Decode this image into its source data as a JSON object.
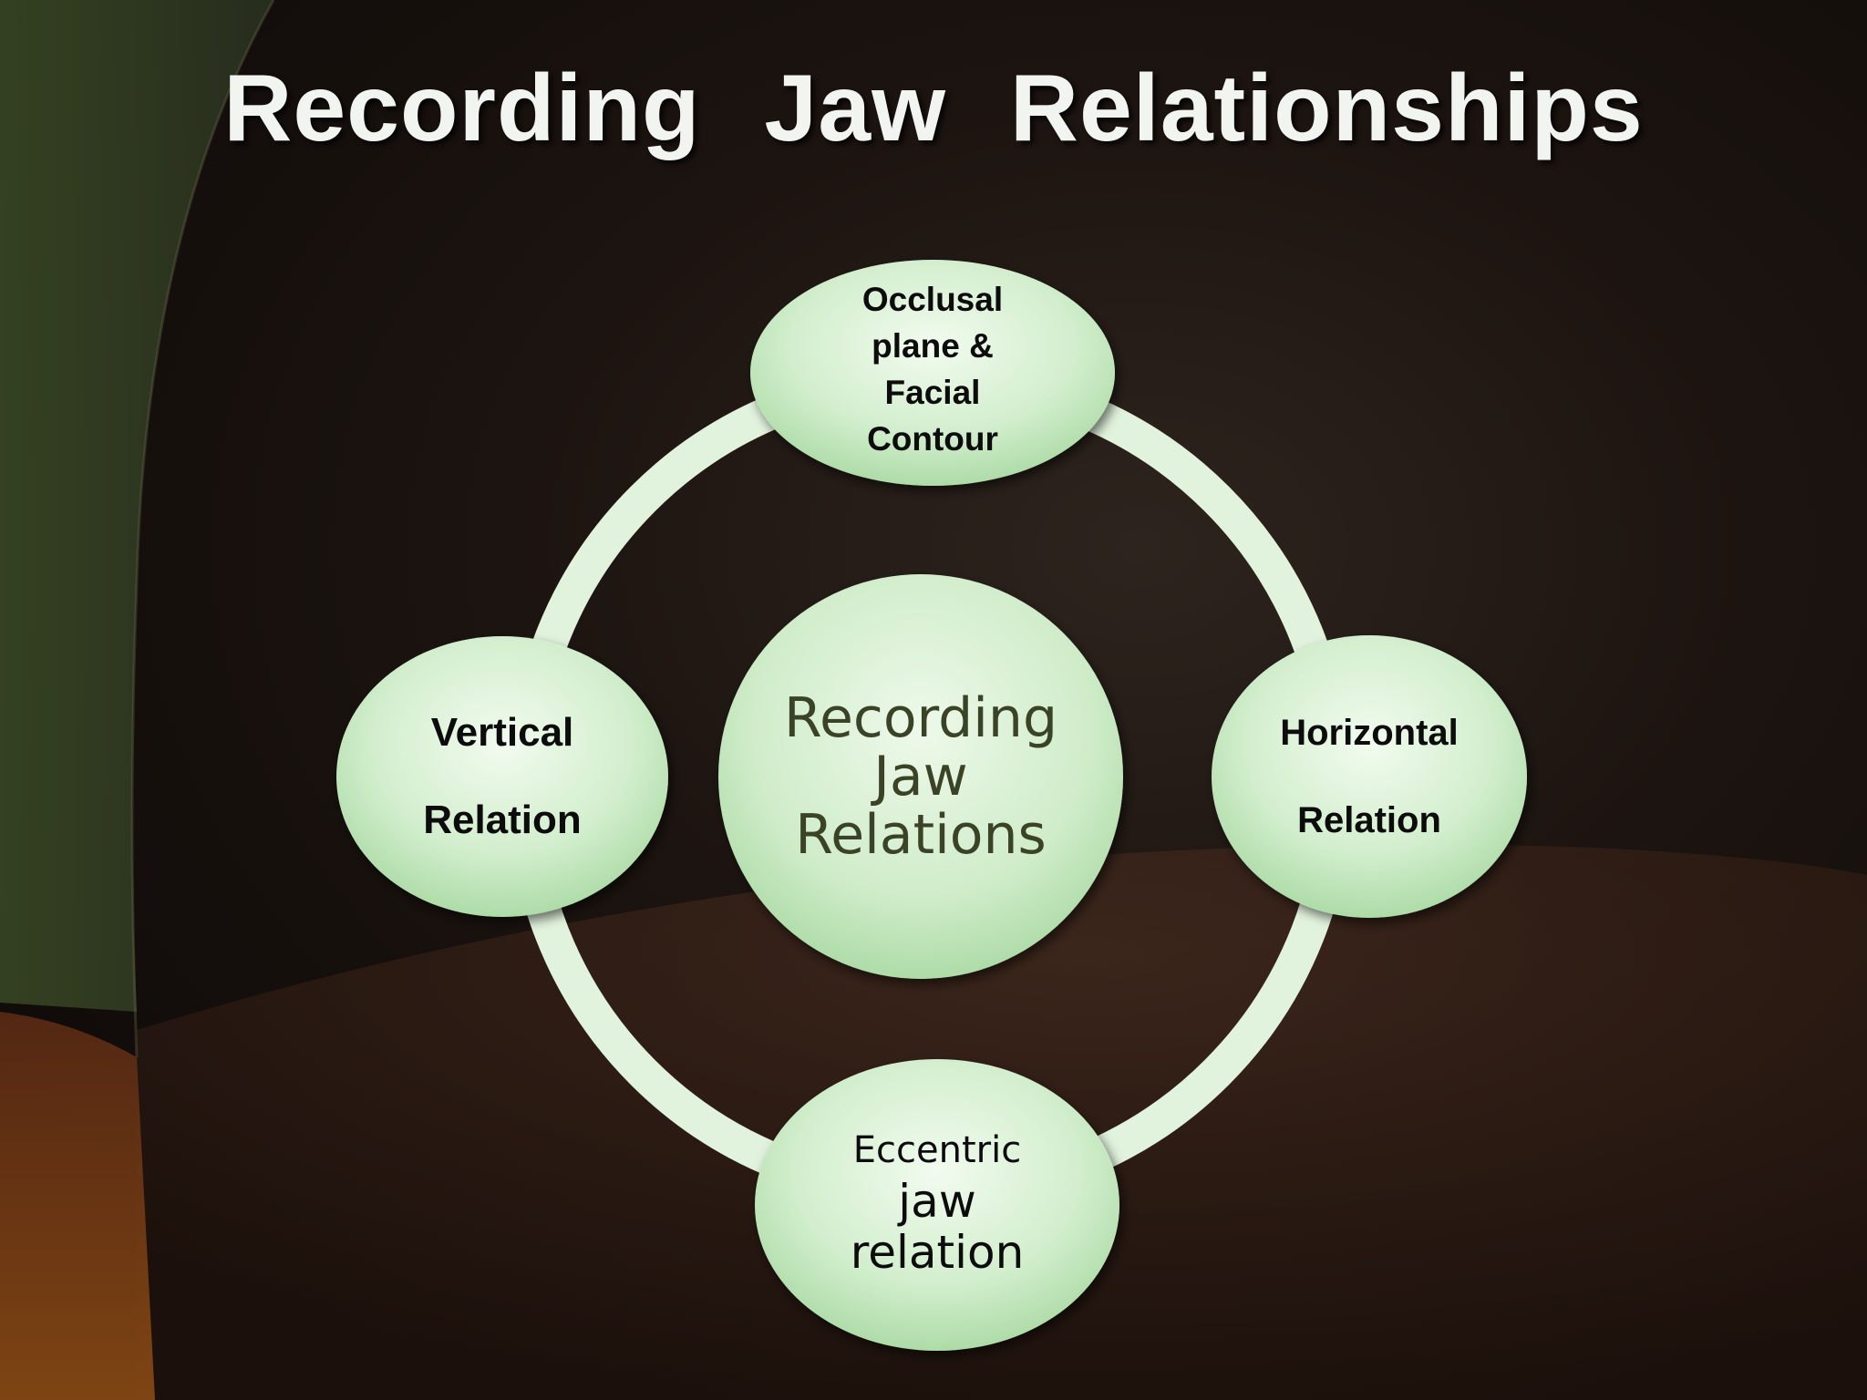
{
  "title": "Recording  Jaw  Relationships",
  "diagram": {
    "center": {
      "lines": [
        "Recording",
        "Jaw",
        "Relations"
      ]
    },
    "top": {
      "lines": [
        "Occlusal",
        "plane &",
        "Facial",
        "Contour"
      ]
    },
    "left": {
      "lines": [
        "Vertical",
        "Relation"
      ]
    },
    "right": {
      "lines": [
        "Horizontal",
        "Relation"
      ]
    },
    "bottom": {
      "lines": [
        "Eccentric",
        "jaw",
        "relation"
      ]
    }
  },
  "colors": {
    "node_fill_light": "#f2fbef",
    "node_fill_mid": "#cdebc8",
    "node_fill_edge": "#a9d9a3",
    "ring": "#dff1d9",
    "center_text": "#3b4327",
    "title_text": "#f2f4f0"
  }
}
